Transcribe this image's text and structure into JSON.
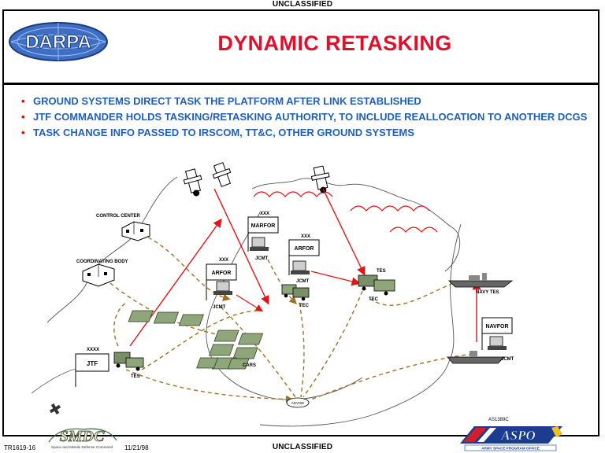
{
  "classification": {
    "top": "UNCLASSIFIED",
    "bottom": "UNCLASSIFIED"
  },
  "logo": {
    "name": "DARPA"
  },
  "title": "DYNAMIC RETASKING",
  "bullets": [
    "GROUND SYSTEMS DIRECT TASK THE PLATFORM AFTER LINK ESTABLISHED",
    "JTF COMMANDER HOLDS TASKING/RETASKING AUTHORITY, TO INCLUDE REALLOCATION TO ANOTHER DCGS",
    "TASK CHANGE INFO PASSED TO IRSCOM, TT&C, OTHER GROUND SYSTEMS"
  ],
  "diagram": {
    "control_center": "CONTROL CENTER",
    "coordinating_body": "COORDINATING BODY",
    "marfor": "MARFOR",
    "marfor_xxx": "XXX",
    "marfor_jcmt": "JCMT",
    "arfor_right": "ARFOR",
    "arfor_right_xxx": "XXX",
    "arfor_right_jcmt": "JCMT",
    "arfor_left": "ARFOR",
    "arfor_left_xxx": "XXX",
    "arfor_left_jcmt": "JCMT",
    "jtf": "JTF",
    "jtf_xxxx": "XXXX",
    "jtf_tes": "TES",
    "tes_right": "TES",
    "tec_right": "TEC",
    "tec_center": "TEC",
    "cars": "CARS",
    "navy_tes": "NAVY TES",
    "navfor": "NAVFOR",
    "navfor_jcmt": "JCMT",
    "bottom_node": "ADVISE"
  },
  "footer": {
    "doc_id": "TR1619-16",
    "date": "11/21/98",
    "right_code": "AS1389C",
    "smdc_logo": "SMDC",
    "smdc_caption": "Space and Missile Defense Command",
    "aspo_logo": "ASPO",
    "aspo_caption": "ARMY SPACE PROGRAM OFFICE"
  }
}
